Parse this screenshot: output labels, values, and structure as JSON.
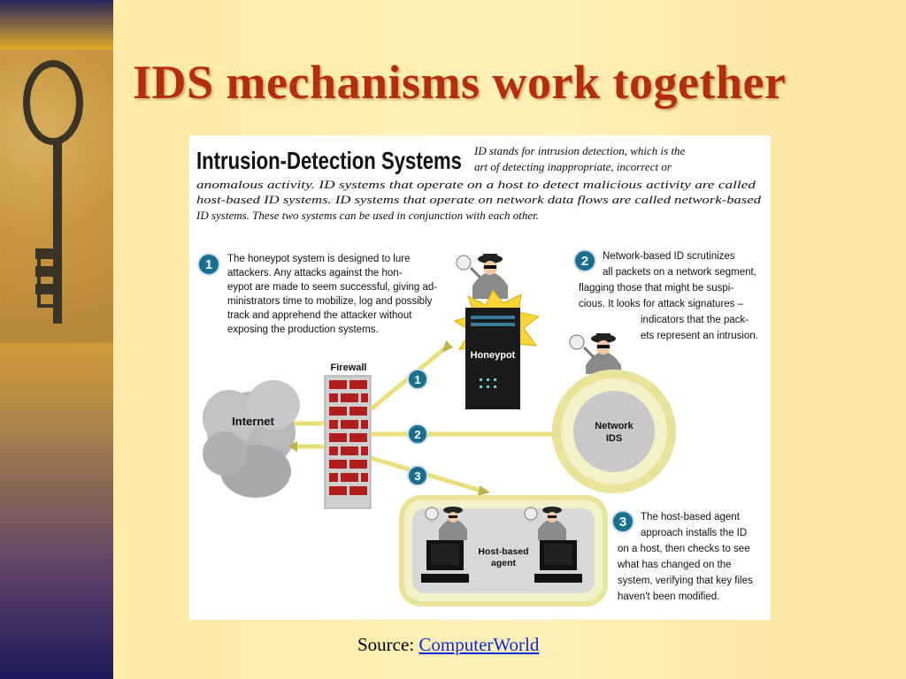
{
  "slide": {
    "title": "IDS mechanisms work together",
    "source_label": "Source:",
    "source_link": "ComputerWorld"
  },
  "diagram": {
    "heading": "Intrusion-Detection Systems",
    "intro_lines": [
      "ID stands for intrusion detection, which is the",
      "art of detecting inappropriate, incorrect or",
      "anomalous activity. ID systems that operate on a host to detect malicious activity are called",
      "host-based ID systems. ID systems that operate on network data flows are called network-based",
      "ID systems. These two systems can be used in conjunction with each other."
    ],
    "badge1": "1",
    "badge2": "2",
    "badge3": "3",
    "honeypot_lines": [
      "The honeypot system is designed to lure",
      "attackers.  Any attacks against the hon-",
      "eypot are made to seem successful, giving ad-",
      "ministrators time to mobilize, log and possibly",
      "track and apprehend the attacker without",
      "exposing the production systems."
    ],
    "network_lines": [
      "Network-based ID scrutinizes",
      "all packets on a network segment,",
      "flagging those that might be suspi-",
      "cious. It looks for attack signatures –",
      "indicators that the pack-",
      "ets represent an intrusion."
    ],
    "host_lines": [
      "The host-based agent",
      "approach installs the ID",
      "on a host, then checks to see",
      "what has changed on the",
      "system, verifying that key files",
      "haven't been modified."
    ],
    "internet_label": "Internet",
    "firewall_label": "Firewall",
    "honeypot_label": "Honeypot",
    "network_ids_line1": "Network",
    "network_ids_line2": "IDS",
    "host_agent_line1": "Host-based",
    "host_agent_line2": "agent"
  },
  "colors": {
    "title": "#b52e0c",
    "badge": "#1a6f8f",
    "arrow": "#f0e88a",
    "brick": "#b01e1e",
    "link": "#0a2bd8"
  }
}
